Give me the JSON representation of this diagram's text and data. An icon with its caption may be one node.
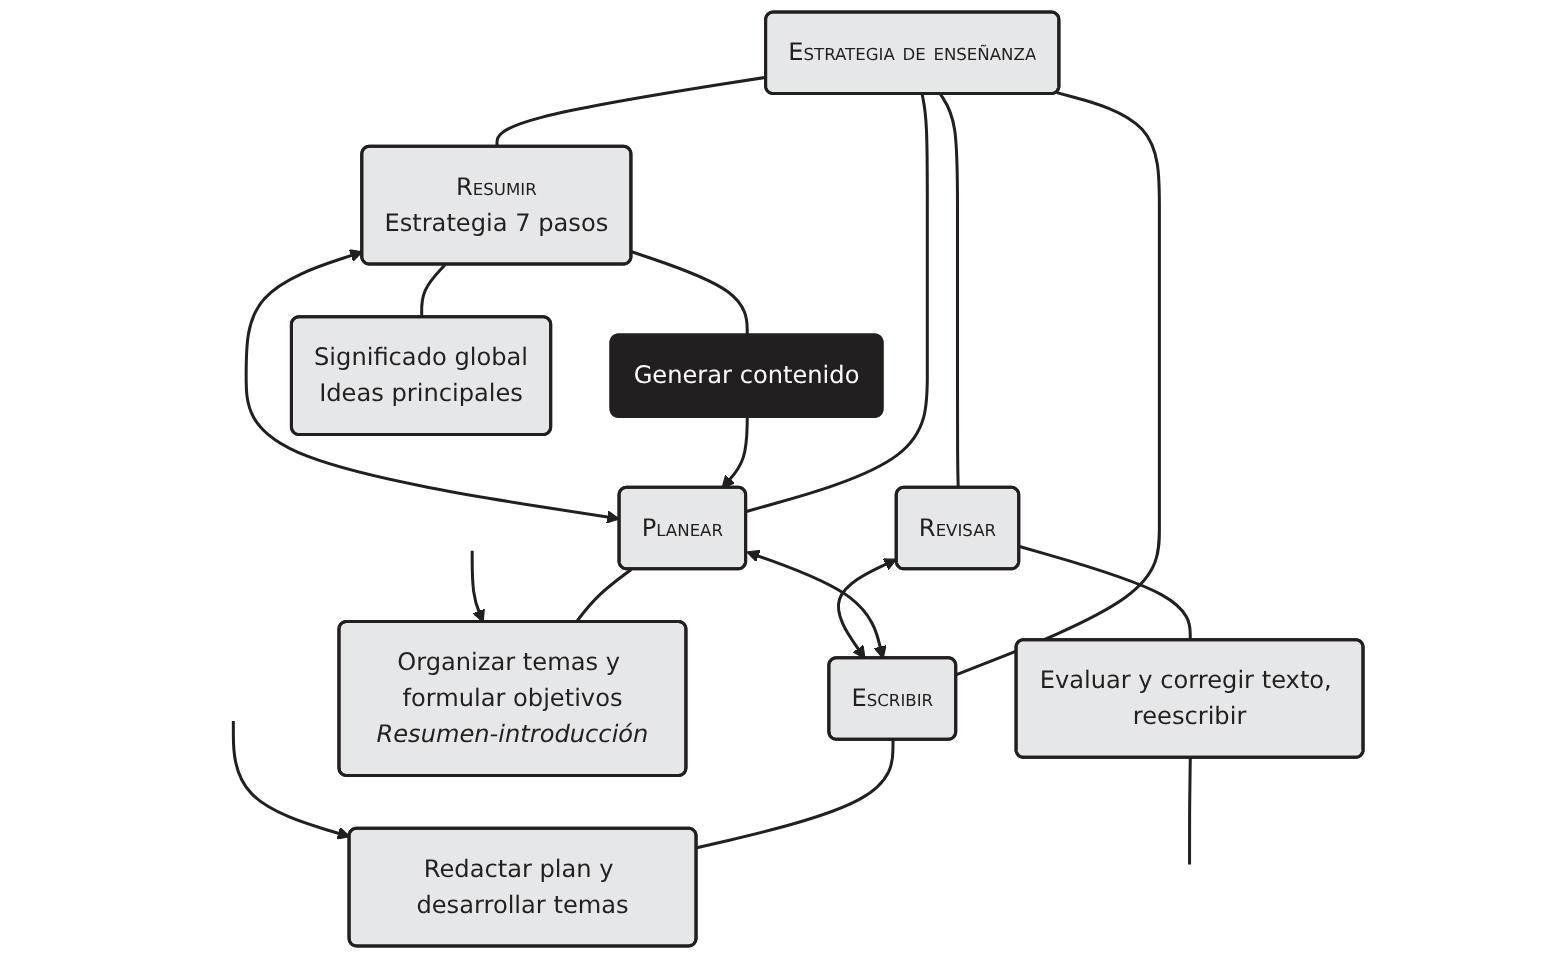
{
  "diagram": {
    "nodes": [
      {
        "text": [
          "Estrategia de enseñanza"
        ]
      },
      {
        "text": [
          "Resumir",
          "Estrategia 7 pasos"
        ]
      },
      {
        "text": [
          "Planear"
        ]
      },
      {
        "text": [
          "Escribir"
        ]
      },
      {
        "text": [
          "Revisar"
        ]
      },
      {
        "text": [
          "Generar contenido"
        ]
      },
      {
        "text": [
          "Significado global",
          "Ideas principales"
        ]
      },
      {
        "text": [
          "Organizar temas y formular objetivos",
          "Resumen-introducción"
        ]
      },
      {
        "text": [
          "Redactar plan y desarrollar temas"
        ]
      },
      {
        "text": [
          "Evaluar y corregir texto, reescribir"
        ]
      }
    ],
    "edges": [
      {
        "from": 0,
        "to": 1,
        "arrow": "none"
      },
      {
        "from": 0,
        "to": 2,
        "arrow": "none"
      },
      {
        "from": 0,
        "to": 3,
        "arrow": "none"
      },
      {
        "from": 0,
        "to": 4,
        "arrow": "none"
      },
      {
        "from": 2,
        "to": 1,
        "arrow": "both"
      },
      {
        "from": 2,
        "to": 3,
        "arrow": "both"
      },
      {
        "from": 4,
        "to": 3,
        "arrow": "both"
      },
      {
        "from": 1,
        "to": 5,
        "arrow": "none"
      },
      {
        "from": 5,
        "to": 2,
        "arrow": "to"
      },
      {
        "from": 1,
        "to": 6,
        "arrow": "none"
      },
      {
        "from": 2,
        "to": 7,
        "arrow": "none"
      },
      {
        "from": 3,
        "to": 8,
        "arrow": "none"
      },
      {
        "from": 4,
        "to": 9,
        "arrow": "none"
      },
      {
        "from": null,
        "to": 7,
        "arrow": "to"
      },
      {
        "from": null,
        "to": 8,
        "arrow": "to"
      },
      {
        "from": 9,
        "to": null,
        "arrow": "none"
      }
    ]
  }
}
